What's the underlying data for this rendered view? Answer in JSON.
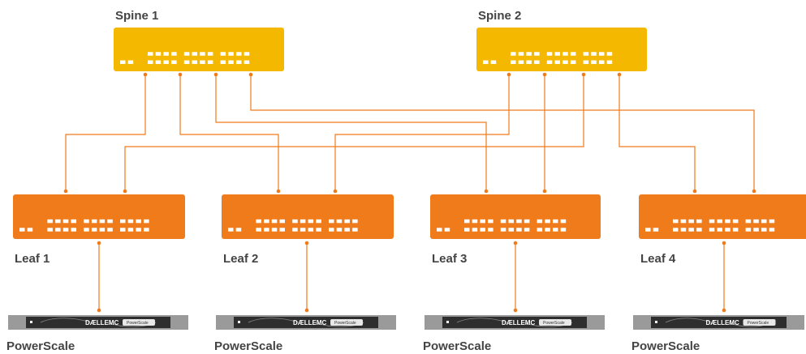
{
  "diagram": {
    "spines": [
      {
        "id": "spine1",
        "label": "Spine 1"
      },
      {
        "id": "spine2",
        "label": "Spine 2"
      }
    ],
    "leaves": [
      {
        "id": "leaf1",
        "label": "Leaf 1",
        "node_label": "PowerScale"
      },
      {
        "id": "leaf2",
        "label": "Leaf 2",
        "node_label": "PowerScale"
      },
      {
        "id": "leaf3",
        "label": "Leaf 3",
        "node_label": "PowerScale"
      },
      {
        "id": "leaf4",
        "label": "Leaf 4",
        "node_label": "PowerScale"
      }
    ],
    "node_brand": "DÆLLEMC",
    "node_model": "PowerScale",
    "links": [
      {
        "from": "spine1",
        "to": "leaf1"
      },
      {
        "from": "spine1",
        "to": "leaf2"
      },
      {
        "from": "spine1",
        "to": "leaf3"
      },
      {
        "from": "spine1",
        "to": "leaf4"
      },
      {
        "from": "spine2",
        "to": "leaf1"
      },
      {
        "from": "spine2",
        "to": "leaf2"
      },
      {
        "from": "spine2",
        "to": "leaf3"
      },
      {
        "from": "spine2",
        "to": "leaf4"
      },
      {
        "from": "leaf1",
        "to": "node1"
      },
      {
        "from": "leaf2",
        "to": "node2"
      },
      {
        "from": "leaf3",
        "to": "node3"
      },
      {
        "from": "leaf4",
        "to": "node4"
      }
    ],
    "colors": {
      "spine_fill": "#F5B800",
      "leaf_fill": "#F07B1B",
      "link": "#F07B1B",
      "port": "#ffffff",
      "label": "#444444",
      "server_body": "#9A9A9A",
      "server_panel": "#2E2E2E",
      "server_tab": "#E8E8E8"
    }
  }
}
